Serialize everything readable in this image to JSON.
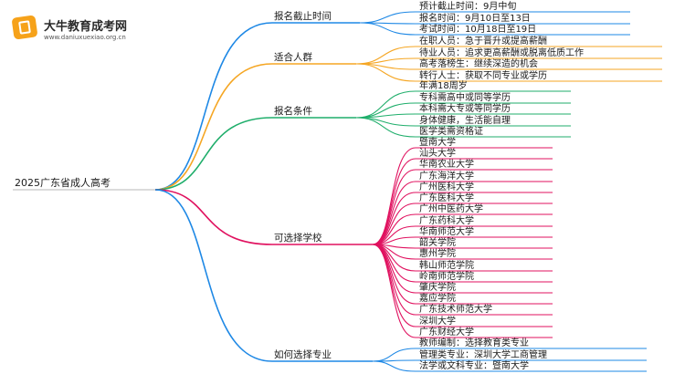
{
  "logo": {
    "name": "大牛教育成考网",
    "url": "www.daniuxuexiao.org.cn"
  },
  "root": "2025广东省成人高考",
  "branches": [
    {
      "label": "报名截止时间",
      "color": "#1e88e5",
      "items": [
        "预计截止时间：9月中旬",
        "报名时间：9月10日至13日",
        "考试时间：10月18日至19日"
      ]
    },
    {
      "label": "适合人群",
      "color": "#f5a623",
      "items": [
        "在职人员：急于晋升或提高薪酬",
        "待业人员：追求更高薪酬或脱离低质工作",
        "高考落榜生：继续深造的机会",
        "转行人士：获取不同专业或学历"
      ]
    },
    {
      "label": "报名条件",
      "color": "#1fae6b",
      "items": [
        "年满18周岁",
        "专科需高中或同等学历",
        "本科需大专或等同学历",
        "身体健康，生活能自理",
        "医学类需资格证"
      ]
    },
    {
      "label": "可选择学校",
      "color": "#e0115f",
      "items": [
        "暨南大学",
        "汕头大学",
        "华南农业大学",
        "广东海洋大学",
        "广州医科大学",
        "广东医科大学",
        "广州中医药大学",
        "广东药科大学",
        "华南师范大学",
        "韶关学院",
        "惠州学院",
        "韩山师范学院",
        "岭南师范学院",
        "肇庆学院",
        "嘉应学院",
        "广东技术师范大学",
        "深圳大学",
        "广东财经大学"
      ]
    },
    {
      "label": "如何选择专业",
      "color": "#1e88e5",
      "items": [
        "教师编制：选择教育类专业",
        "管理类专业：深圳大学工商管理",
        "法学或文科专业：暨南大学"
      ]
    }
  ]
}
